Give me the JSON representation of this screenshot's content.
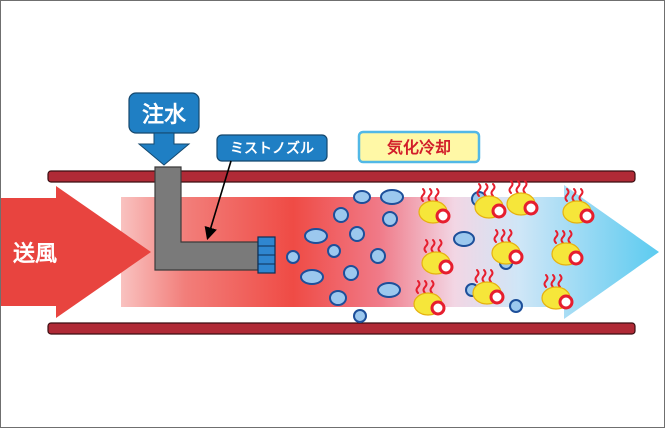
{
  "labels": {
    "water_input": "注水",
    "mist_nozzle": "ミストノズル",
    "evaporative_cooling": "気化冷却",
    "airflow": "送風"
  },
  "colors": {
    "pipe_wall": "#b02a36",
    "airflow_arrow": "#e8443f",
    "hot_air": "#ef4b45",
    "cool_air": "#5ccbf0",
    "water_box": "#1f7fc4",
    "droplet_fill": "#9cc8ee",
    "droplet_stroke": "#1d4f9a",
    "nozzle_pipe": "#7a7a7a",
    "cooling_label_bg": "#fff8a6",
    "cooling_label_border": "#52b8e6",
    "heat_yellow": "#f6e63a",
    "heat_red": "#e61e2e"
  },
  "icons": [
    "droplet-icon",
    "heat-particle-icon",
    "nozzle-icon",
    "arrow-icon"
  ]
}
